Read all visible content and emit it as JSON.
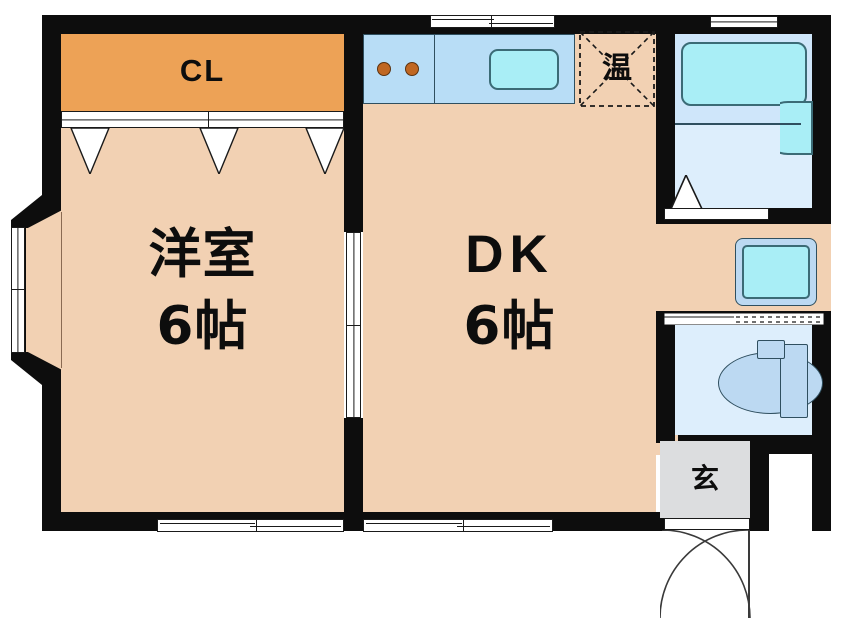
{
  "plan": {
    "title": "Apartment Floor Plan",
    "units": "tatami mats (jo)",
    "rooms": [
      {
        "id": "closet",
        "label": "CL",
        "name": "closet"
      },
      {
        "id": "washitsu",
        "label": "洋室",
        "size": "6帖",
        "name": "western-room"
      },
      {
        "id": "dk",
        "label": "DK",
        "size": "6帖",
        "name": "dining-kitchen"
      },
      {
        "id": "heater",
        "label": "温",
        "name": "water-heater"
      },
      {
        "id": "genkan",
        "label": "玄",
        "name": "entrance"
      }
    ],
    "fixtures": [
      {
        "name": "stove",
        "burners": 2
      },
      {
        "name": "kitchen-sink"
      },
      {
        "name": "bathtub"
      },
      {
        "name": "vanity-sink"
      },
      {
        "name": "washing-machine-pan"
      },
      {
        "name": "toilet"
      },
      {
        "name": "toilet-tank"
      }
    ],
    "openings": [
      {
        "name": "bay-window",
        "wall": "west"
      },
      {
        "name": "sliding-window-room",
        "wall": "south"
      },
      {
        "name": "sliding-window-dk",
        "wall": "south"
      },
      {
        "name": "kitchen-window",
        "wall": "north"
      },
      {
        "name": "bath-window",
        "wall": "north"
      },
      {
        "name": "closet-folding-doors",
        "count": 3
      },
      {
        "name": "interior-sliding-door"
      },
      {
        "name": "entrance-door"
      }
    ],
    "colors": {
      "wall": "#0d0d0d",
      "room_floor": "#f2d1b3",
      "closet_floor": "#eda256",
      "wet_floor": "#ddeefc",
      "bath_floor": "#cfe6fa",
      "genkan_floor": "#dcdddf",
      "fixture_blue": "#b8ddf6",
      "fixture_cyan": "#a9eef6"
    }
  }
}
